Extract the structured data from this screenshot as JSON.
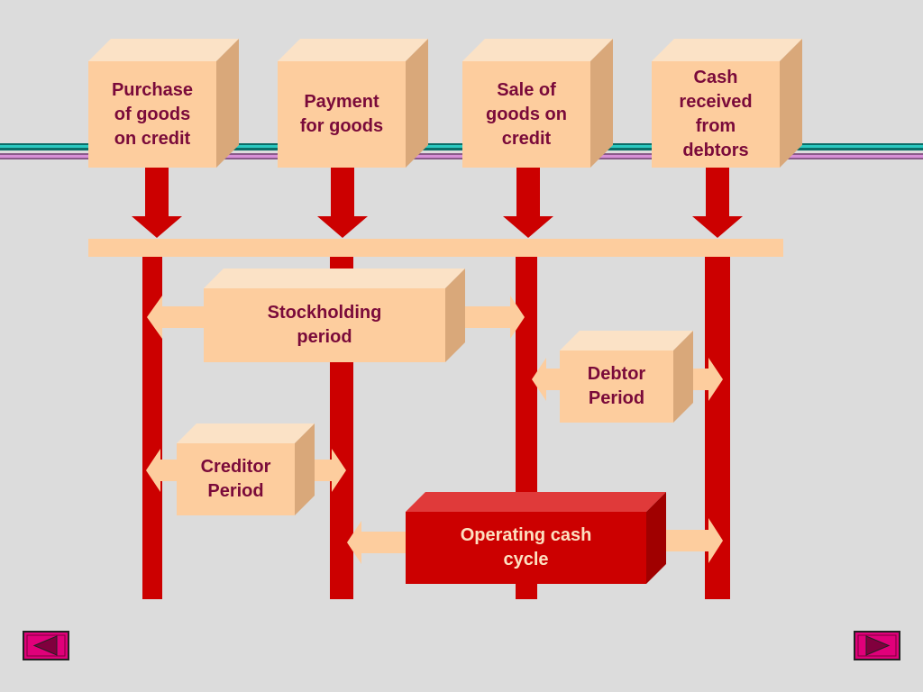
{
  "events": [
    {
      "id": "purchase",
      "label": "Purchase\nof goods\non credit"
    },
    {
      "id": "payment",
      "label": "Payment\nfor goods"
    },
    {
      "id": "sale",
      "label": "Sale of\ngoods on\ncredit"
    },
    {
      "id": "cash",
      "label": "Cash\nreceived\nfrom\ndebtors"
    }
  ],
  "periods": {
    "stockholding": "Stockholding\nperiod",
    "debtor": "Debtor\nPeriod",
    "creditor": "Creditor\nPeriod",
    "operating": "Operating cash\ncycle"
  },
  "nav": {
    "prev_icon": "triangle-left-icon",
    "next_icon": "triangle-right-icon"
  },
  "colors": {
    "background": "#dcdcdc",
    "box_face": "#fdcd9e",
    "box_side": "#d9a87a",
    "box_top": "#fbe2c6",
    "line_red": "#cc0000",
    "text": "#7a0a3a",
    "highlight_box": "#cc0000",
    "highlight_text": "#fde0c0",
    "nav_button": "#e0007a"
  }
}
